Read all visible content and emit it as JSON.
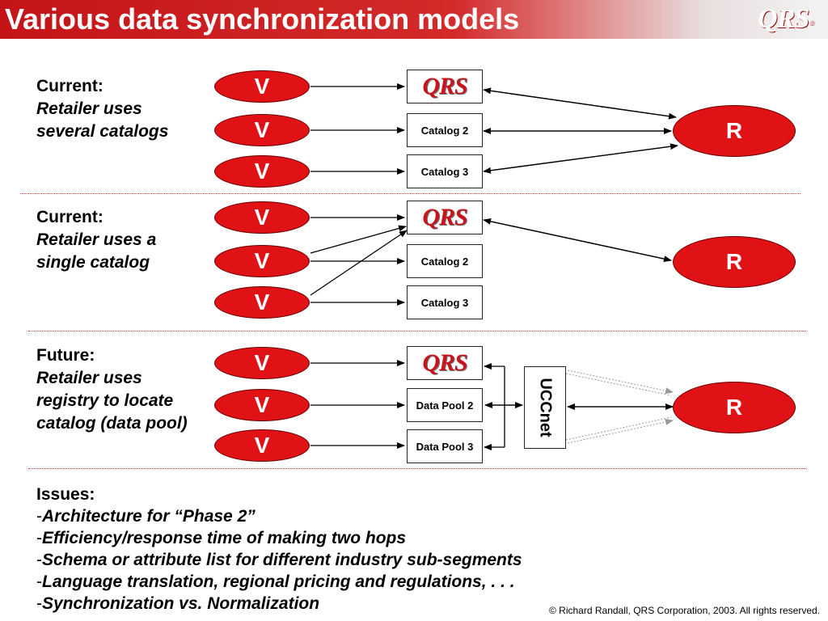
{
  "header": {
    "title": "Various data synchronization models",
    "logo": "QRS",
    "logo_mark": "®"
  },
  "sections": [
    {
      "heading": "Current:",
      "desc_lines": [
        "Retailer uses",
        "several catalogs"
      ],
      "vendors": [
        "V",
        "V",
        "V"
      ],
      "retailer": "R",
      "boxes": [
        {
          "kind": "logo",
          "label": "QRS"
        },
        {
          "kind": "text",
          "label": "Catalog 2"
        },
        {
          "kind": "text",
          "label": "Catalog 3"
        }
      ]
    },
    {
      "heading": "Current:",
      "desc_lines": [
        "Retailer uses a",
        "single catalog"
      ],
      "vendors": [
        "V",
        "V",
        "V"
      ],
      "retailer": "R",
      "boxes": [
        {
          "kind": "logo",
          "label": "QRS"
        },
        {
          "kind": "text",
          "label": "Catalog 2"
        },
        {
          "kind": "text",
          "label": "Catalog 3"
        }
      ]
    },
    {
      "heading": "Future:",
      "desc_lines": [
        "Retailer uses",
        "registry to locate",
        "catalog (data pool)"
      ],
      "vendors": [
        "V",
        "V",
        "V"
      ],
      "retailer": "R",
      "boxes": [
        {
          "kind": "logo",
          "label": "QRS"
        },
        {
          "kind": "text",
          "label": "Data Pool 2"
        },
        {
          "kind": "text",
          "label": "Data Pool 3"
        }
      ],
      "registry": "UCCnet"
    }
  ],
  "issues": {
    "heading": "Issues:",
    "items": [
      "Architecture for “Phase 2”",
      "Efficiency/response time of making two hops",
      "Schema or attribute list for different industry sub-segments",
      "Language translation, regional pricing and regulations, . . .",
      "Synchronization vs. Normalization"
    ]
  },
  "footer": {
    "copyright": "© Richard Randall, QRS Corporation, 2003.  All rights reserved."
  },
  "colors": {
    "accent_red": "#e01216",
    "header_red": "#c41418",
    "divider": "#d23b3b"
  }
}
